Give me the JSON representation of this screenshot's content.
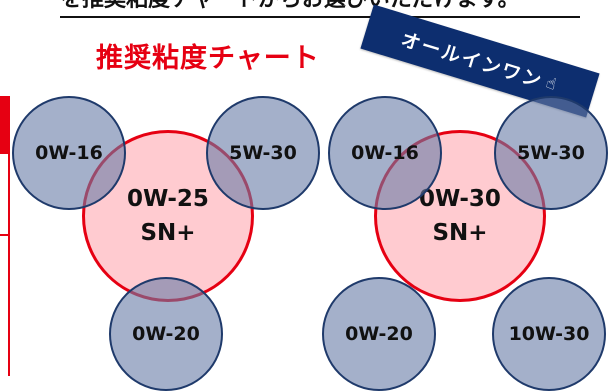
{
  "top_banner_text": "を推奨粘度チャートからお選びいただけます。",
  "chart_title": "推奨粘度チャート",
  "allinone_label": "オールインワン",
  "allinone_icon": "pointing-hand-icon",
  "chart_left": {
    "top_left": "0W-16",
    "top_right": "5W-30",
    "bottom": "0W-20",
    "center_line1": "0W-25",
    "center_line2": "SN+"
  },
  "chart_right": {
    "top_left": "0W-16",
    "top_right": "5W-30",
    "bottom_left": "0W-20",
    "bottom_right": "10W-30",
    "center_line1": "0W-30",
    "center_line2": "SN+"
  }
}
